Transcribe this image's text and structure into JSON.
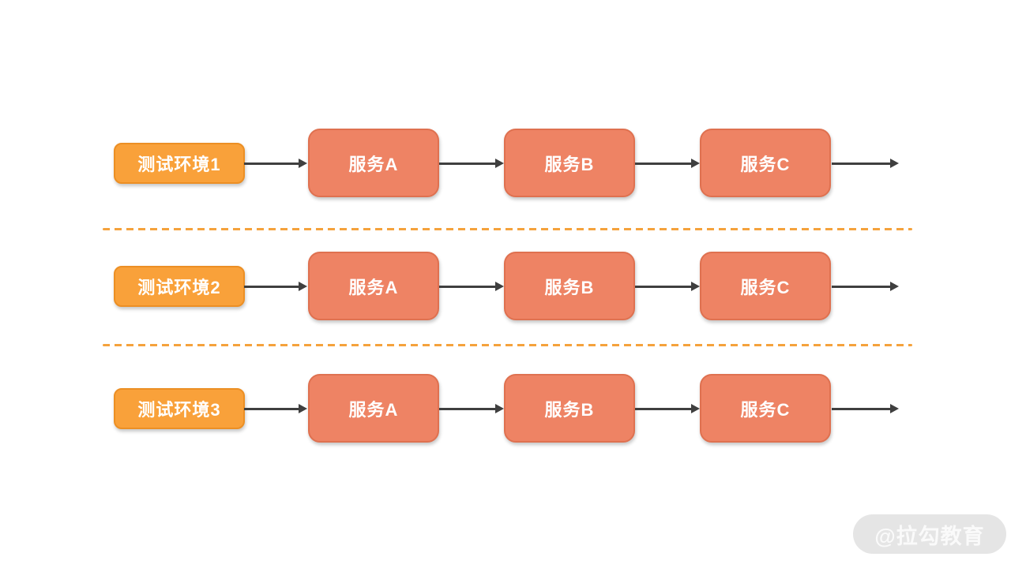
{
  "diagram": {
    "rows": [
      {
        "env_label": "测试环境1",
        "services": [
          "服务A",
          "服务B",
          "服务C"
        ]
      },
      {
        "env_label": "测试环境2",
        "services": [
          "服务A",
          "服务B",
          "服务C"
        ]
      },
      {
        "env_label": "测试环境3",
        "services": [
          "服务A",
          "服务B",
          "服务C"
        ]
      }
    ],
    "colors": {
      "env_box_fill": "#F9A13A",
      "env_box_border": "#EC8F24",
      "service_box_fill": "#EE8364",
      "service_box_border": "#DF7150",
      "arrow": "#3F3F3F",
      "dashed_line": "#F5A23C",
      "watermark_bg": "#E5E5E5",
      "watermark_text_color": "#FAFAFA"
    }
  },
  "watermark": {
    "text": "@拉勾教育"
  }
}
